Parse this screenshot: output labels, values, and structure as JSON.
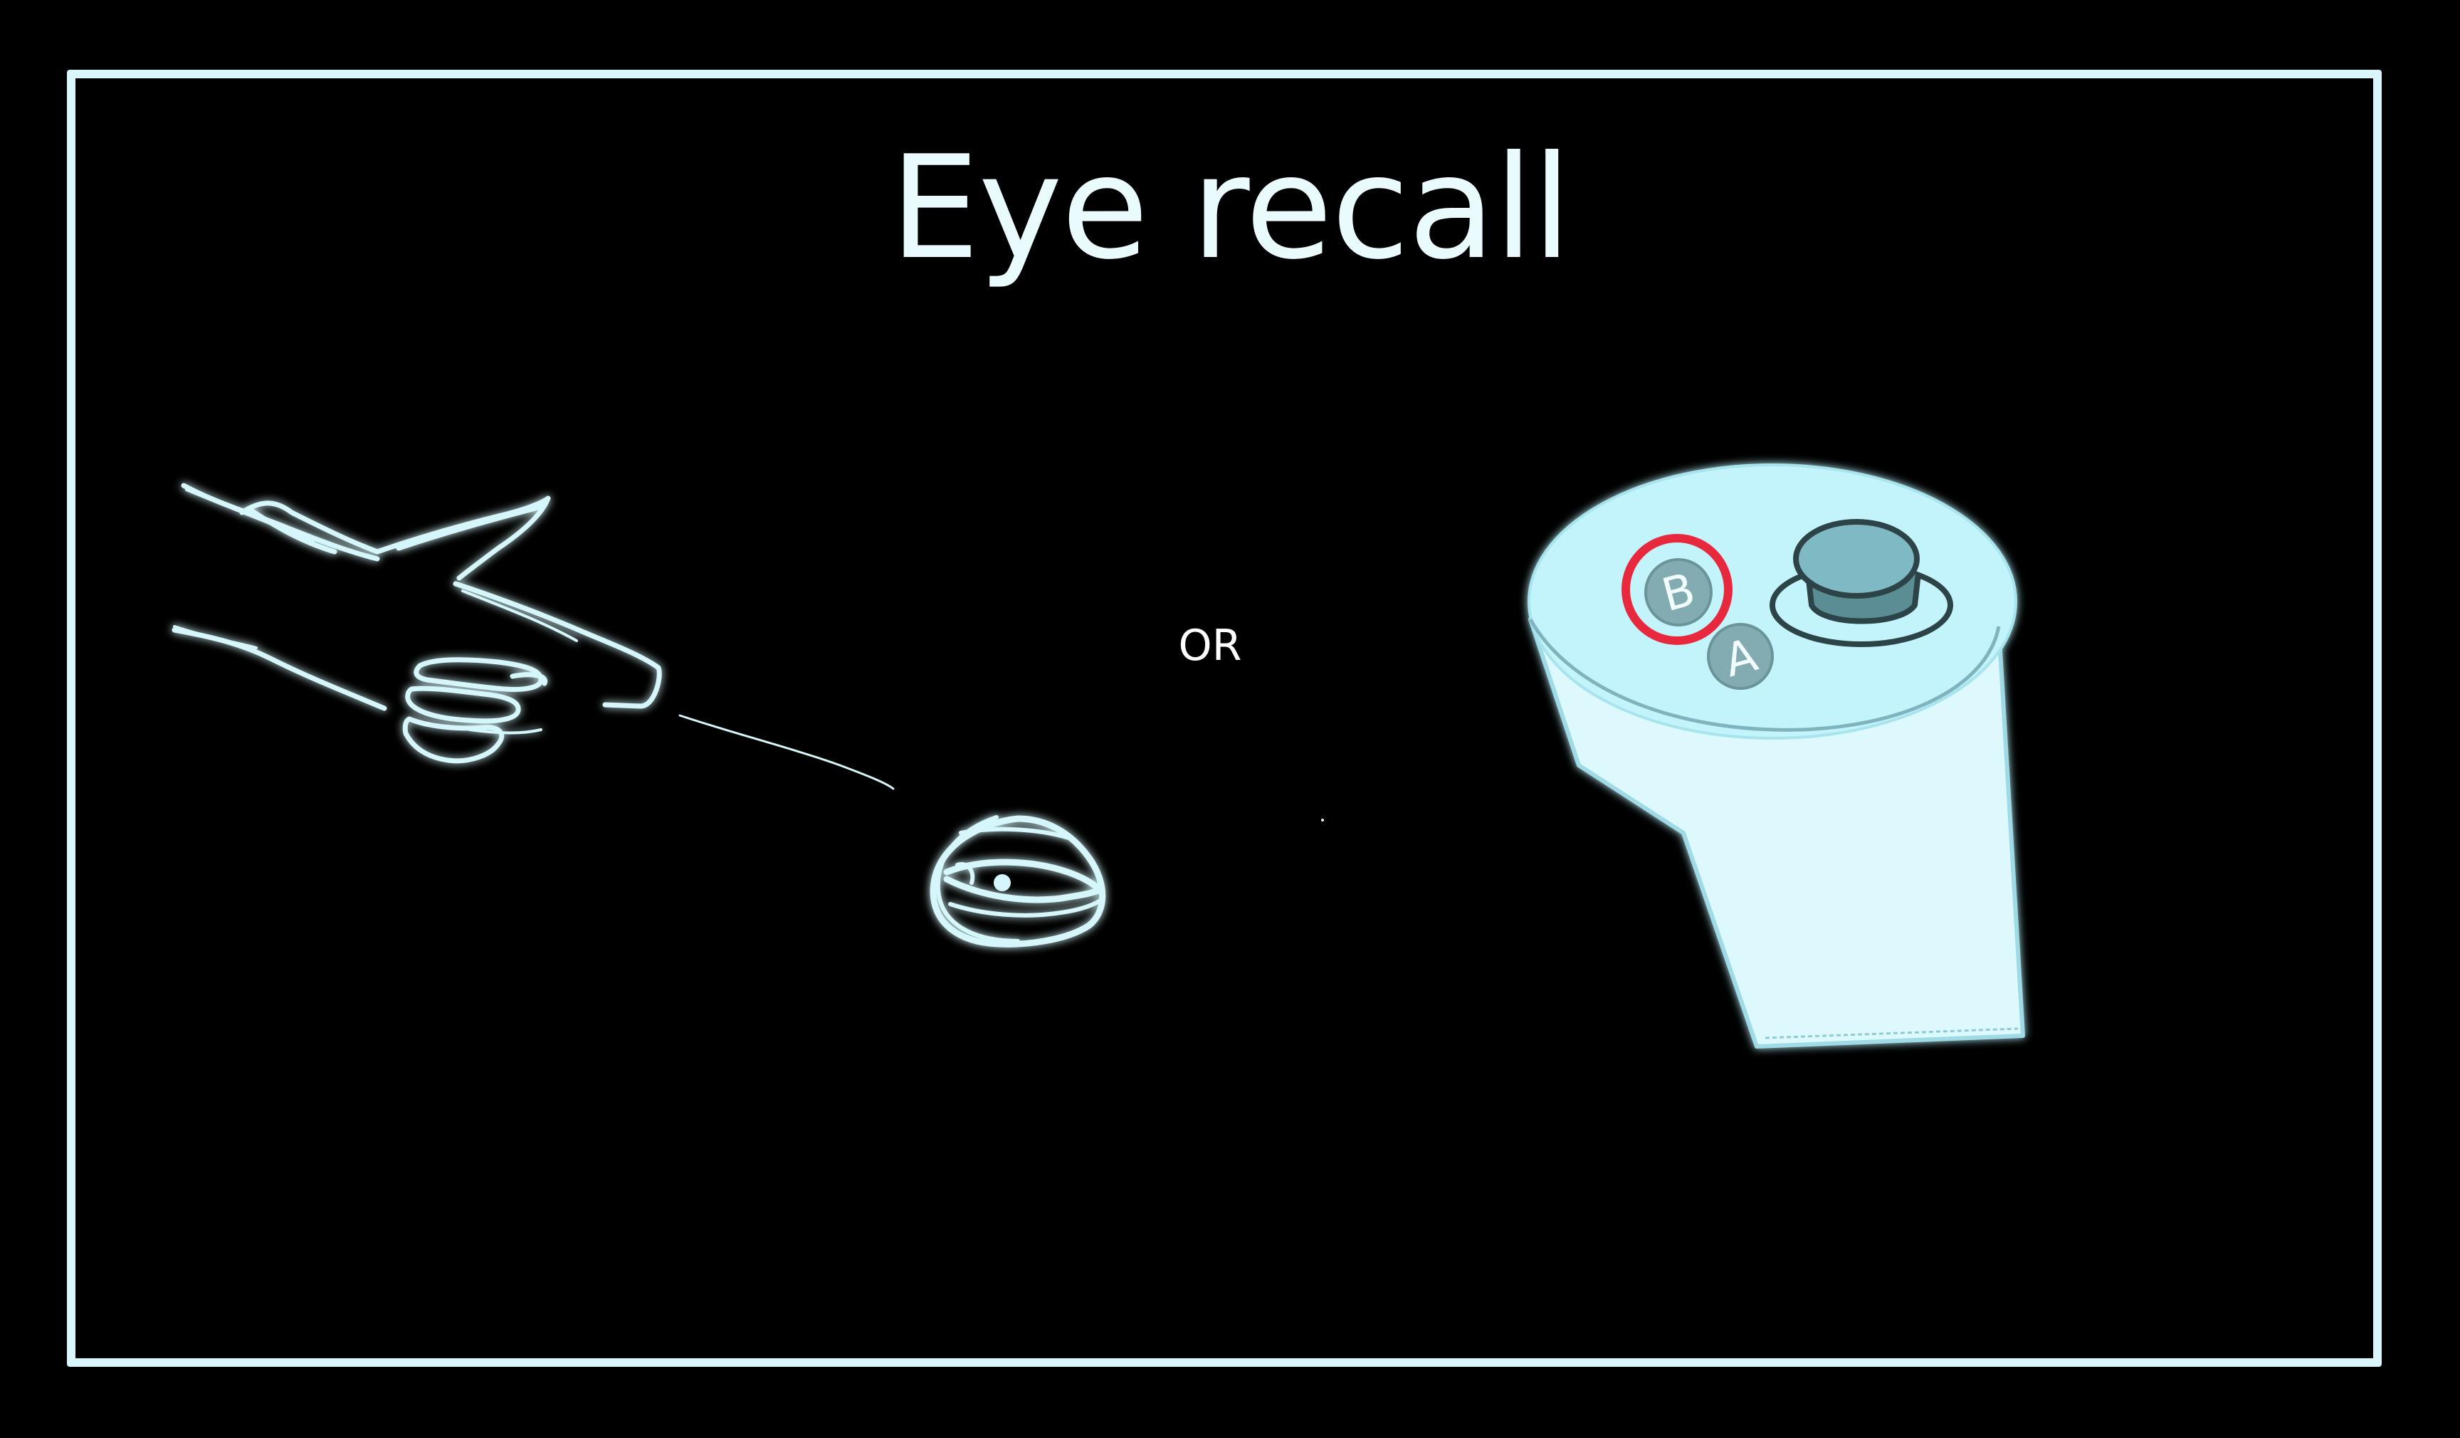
{
  "title": "Eye recall",
  "separator_label": "OR",
  "controller": {
    "button_top_label": "B",
    "button_bottom_label": "A"
  },
  "colors": {
    "background": "#000000",
    "frame": "#d8f6fb",
    "sketch": "#d5f7fb",
    "controller_body": "#ddf9fd",
    "highlight_ring": "#e8283c"
  },
  "icons": [
    "pointing-hand-icon",
    "eye-icon",
    "vr-controller-icon"
  ]
}
